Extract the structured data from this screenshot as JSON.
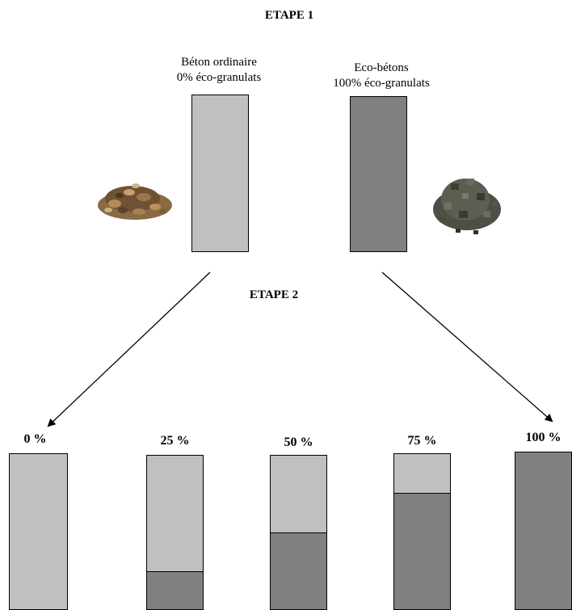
{
  "colors": {
    "ordinary": "#c0c0c0",
    "eco": "#808080"
  },
  "step1": {
    "title": "ETAPE 1",
    "ordinary": {
      "line1": "Béton ordinaire",
      "line2": "0% éco-granulats"
    },
    "eco": {
      "line1": "Eco-bétons",
      "line2": "100% éco-granulats"
    },
    "aggregates": [
      {
        "name": "natural-aggregate",
        "icon": "gravel-pile-icon"
      },
      {
        "name": "recycled-aggregate",
        "icon": "eco-gravel-pile-icon"
      }
    ]
  },
  "step2": {
    "title": "ETAPE 2",
    "mixes": [
      {
        "label": "0 %",
        "eco_fraction": 0.0
      },
      {
        "label": "25 %",
        "eco_fraction": 0.25
      },
      {
        "label": "50 %",
        "eco_fraction": 0.5
      },
      {
        "label": "75 %",
        "eco_fraction": 0.75
      },
      {
        "label": "100 %",
        "eco_fraction": 1.0
      }
    ]
  }
}
